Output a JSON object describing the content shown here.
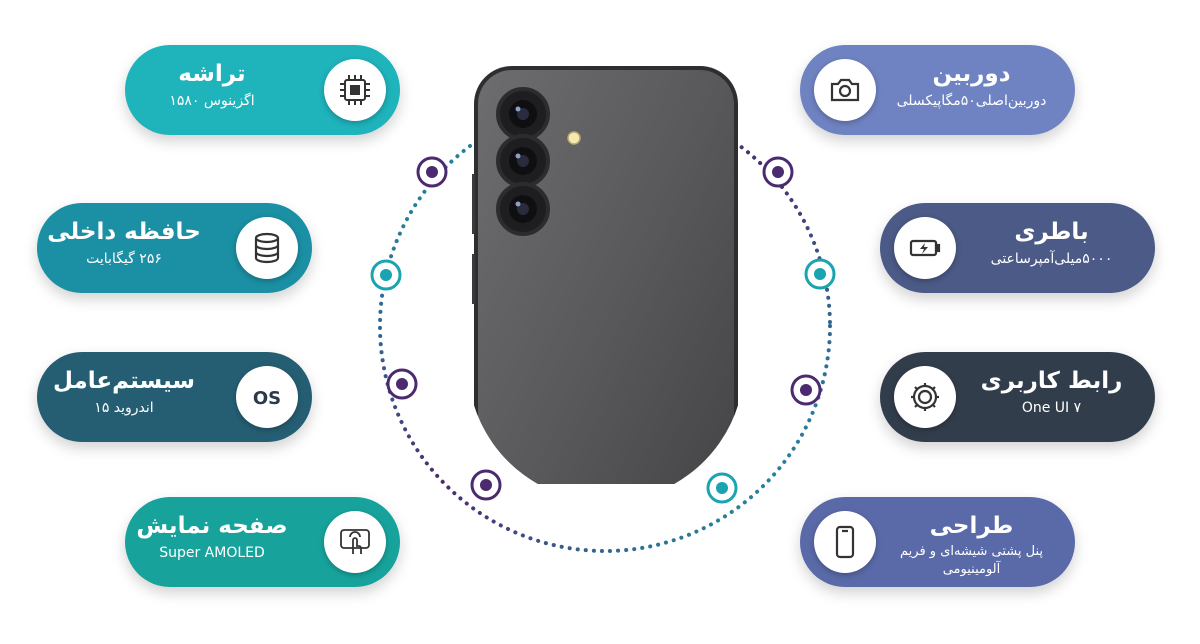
{
  "features": [
    {
      "side": "left",
      "slot": 0,
      "key": "chip",
      "title": "تراشه",
      "subtitle": "اگزینوس ۱۵۸۰",
      "icon": "chip-icon",
      "color": "#1fb3bb"
    },
    {
      "side": "left",
      "slot": 1,
      "key": "storage",
      "title": "حافظه داخلی",
      "subtitle": "۲۵۶ گیگابایت",
      "icon": "database-icon",
      "color": "#1b8fa3"
    },
    {
      "side": "left",
      "slot": 2,
      "key": "os",
      "title": "سیستم‌عامل",
      "subtitle": "اندروید ۱۵",
      "icon": "os-icon",
      "color": "#255e72"
    },
    {
      "side": "left",
      "slot": 3,
      "key": "display",
      "title": "صفحه نمایش",
      "subtitle": "Super AMOLED",
      "icon": "touch-screen-icon",
      "color": "#17a39c"
    },
    {
      "side": "right",
      "slot": 0,
      "key": "camera",
      "title": "دوربین",
      "subtitle": "دوربین‌اصلی۵۰مگاپیکسلی",
      "icon": "camera-icon",
      "color": "#6f83c2"
    },
    {
      "side": "right",
      "slot": 1,
      "key": "battery",
      "title": "باطری",
      "subtitle": "۵۰۰۰میلی‌آمپرساعتی",
      "icon": "battery-icon",
      "color": "#4b5a86"
    },
    {
      "side": "right",
      "slot": 2,
      "key": "ui",
      "title": "رابط کاربری",
      "subtitle": "One UI ۷",
      "icon": "gear-icon",
      "color": "#323d4b"
    },
    {
      "side": "right",
      "slot": 3,
      "key": "design",
      "title": "طراحی",
      "subtitle": "پنل پشتی شیشه‌ای و فریم آلومینیومی",
      "icon": "smartphone-icon",
      "color": "#5a6aa8"
    }
  ],
  "colors": {
    "teal_dots": "#1aa3b0",
    "purple_dots": "#4b2a70"
  },
  "phone": {
    "image": "smartphone-back-photo"
  }
}
